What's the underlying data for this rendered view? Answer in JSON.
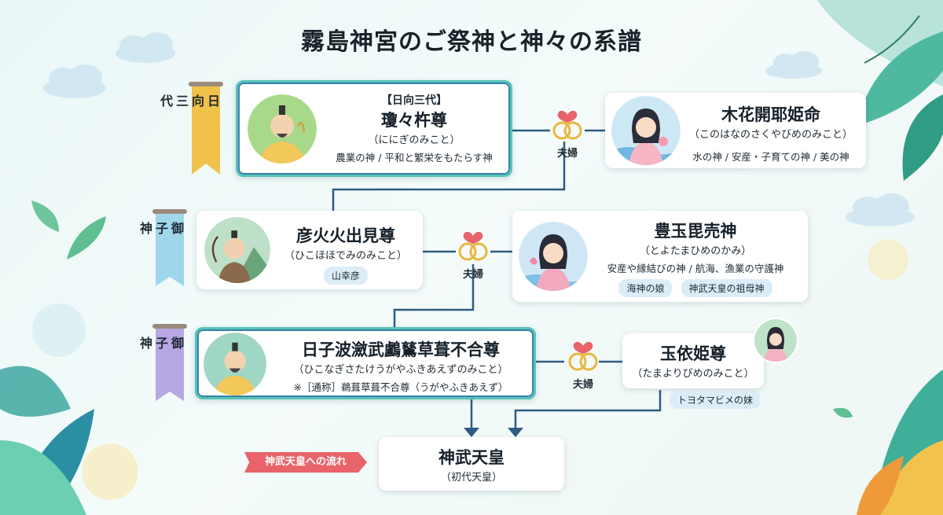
{
  "title": "霧島神宮のご祭神と神々の系譜",
  "generations": [
    {
      "label": "日向三代",
      "color": "#f0c24a"
    },
    {
      "label": "御子神",
      "color": "#9fd6ec"
    },
    {
      "label": "御子神",
      "color": "#b7a8e4"
    }
  ],
  "couple_label": "夫婦",
  "ninigi": {
    "bracket": "【日向三代】",
    "name": "瓊々杵尊",
    "reading": "（ににぎのみこと）",
    "role": "農業の神 / 平和と繁栄をもたらす神"
  },
  "konohana": {
    "name": "木花開耶姫命",
    "reading": "（このはなのさくやびめのみこと）",
    "role": "水の神 / 安産・子育ての神 / 美の神"
  },
  "hikohoho": {
    "name": "彦火火出見尊",
    "reading": "（ひこほほでみのみこと）",
    "badge": "山幸彦"
  },
  "toyotama": {
    "name": "豊玉毘売神",
    "reading": "（とよたまひめのかみ）",
    "role": "安産や縁結びの神 / 航海、漁業の守護神",
    "badges": [
      "海神の娘",
      "神武天皇の祖母神"
    ]
  },
  "ugaya": {
    "name": "日子波瀲武鸕鶿草葺不合尊",
    "reading": "（ひこなぎさたけうがやふきあえずのみこと）",
    "note": "※［通称］鵜葺草葺不合尊（うがやふきあえず）"
  },
  "tamayori": {
    "name": "玉依姫尊",
    "reading": "（たまよりびめのみこと）",
    "badge": "トヨタマビメの妹"
  },
  "jimmu": {
    "name": "神武天皇",
    "sub": "（初代天皇）"
  },
  "flow_label": "神武天皇への流れ",
  "colors": {
    "line": "#2e5c82",
    "highlight_border": "#55c4b8",
    "heart": "#e8636a",
    "ring": "#e9b83c",
    "flow_tag": "#e8636a"
  }
}
